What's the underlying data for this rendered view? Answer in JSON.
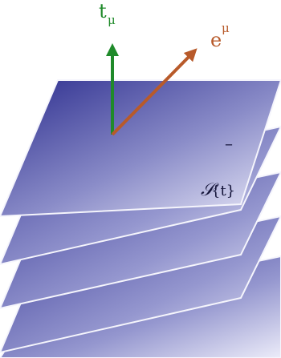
{
  "vectors": {
    "t": {
      "label": "t",
      "index": "μ",
      "color": "#1f8a2a"
    },
    "e": {
      "label": "e",
      "index": "μ",
      "color": "#b85a2a"
    }
  },
  "surface": {
    "label_main": "𝒮",
    "label_arg": "{t}",
    "overline": "–",
    "color_dark": "#2e2f90",
    "color_light": "#e8e9f7",
    "edge_color": "#f2f2fb"
  }
}
